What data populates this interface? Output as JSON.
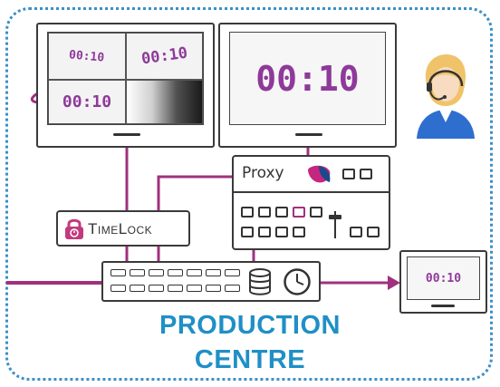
{
  "monitors": {
    "multiviewer": {
      "tiles": [
        "00:10",
        "00:10",
        "00:10"
      ]
    },
    "program": {
      "timecode": "00:10"
    },
    "output": {
      "timecode": "00:10"
    }
  },
  "proxy": {
    "label": "Proxy"
  },
  "timelock": {
    "label": "TimeLock"
  },
  "title": {
    "line1": "PRODUCTION",
    "line2": "CENTRE"
  },
  "colors": {
    "accent": "#a0317f",
    "timecode": "#8e3a9a",
    "title": "#1f8fc6",
    "frame": "#3d8fc7"
  },
  "icons": [
    "operator-headset-icon",
    "proxy-logo-icon",
    "timelock-logo-icon",
    "database-icon",
    "clock-icon",
    "fader-icon"
  ]
}
